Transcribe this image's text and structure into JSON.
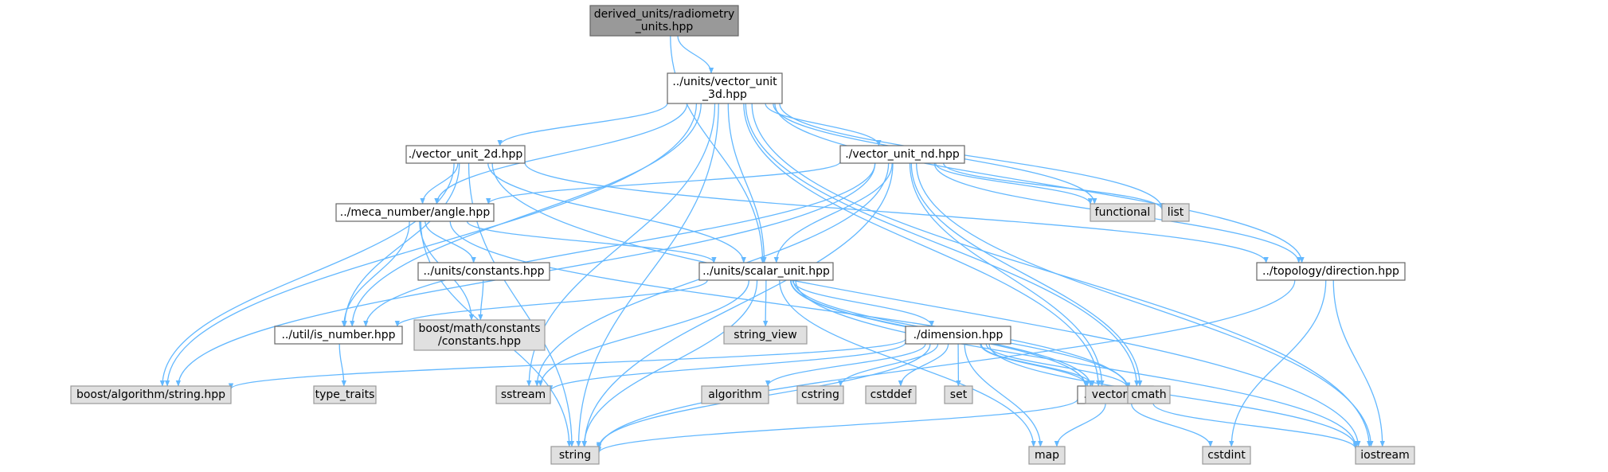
{
  "colors": {
    "root_fill": "#999999",
    "internal_fill": "#ffffff",
    "external_fill": "#e0e0e0",
    "external_stroke": "#999999",
    "border": "#666666",
    "edge": "#63b8ff"
  },
  "nodes": [
    {
      "id": "root",
      "kind": "root",
      "lines": [
        "derived_units/radiometry",
        "_units.hpp"
      ]
    },
    {
      "id": "vec3d",
      "kind": "internal",
      "lines": [
        "../units/vector_unit",
        "_3d.hpp"
      ]
    },
    {
      "id": "vec2d",
      "kind": "internal",
      "lines": [
        "./vector_unit_2d.hpp"
      ]
    },
    {
      "id": "vecnd",
      "kind": "internal",
      "lines": [
        "./vector_unit_nd.hpp"
      ]
    },
    {
      "id": "angle",
      "kind": "internal",
      "lines": [
        "../meca_number/angle.hpp"
      ]
    },
    {
      "id": "consts",
      "kind": "internal",
      "lines": [
        "../units/constants.hpp"
      ]
    },
    {
      "id": "scalar",
      "kind": "internal",
      "lines": [
        "../units/scalar_unit.hpp"
      ]
    },
    {
      "id": "topo",
      "kind": "internal",
      "lines": [
        "../topology/direction.hpp"
      ]
    },
    {
      "id": "isnum",
      "kind": "internal",
      "lines": [
        "../util/is_number.hpp"
      ]
    },
    {
      "id": "dim",
      "kind": "internal",
      "lines": [
        "./dimension.hpp"
      ]
    },
    {
      "id": "prefix",
      "kind": "internal",
      "lines": [
        "./prefix.hpp"
      ]
    },
    {
      "id": "functional",
      "kind": "external",
      "lines": [
        "functional"
      ]
    },
    {
      "id": "list",
      "kind": "external",
      "lines": [
        "list"
      ]
    },
    {
      "id": "boostmath",
      "kind": "external",
      "lines": [
        "boost/math/constants",
        "/constants.hpp"
      ]
    },
    {
      "id": "stringview",
      "kind": "external",
      "lines": [
        "string_view"
      ]
    },
    {
      "id": "boostalgo",
      "kind": "external",
      "lines": [
        "boost/algorithm/string.hpp"
      ]
    },
    {
      "id": "typetraits",
      "kind": "external",
      "lines": [
        "type_traits"
      ]
    },
    {
      "id": "sstream",
      "kind": "external",
      "lines": [
        "sstream"
      ]
    },
    {
      "id": "algorithm",
      "kind": "external",
      "lines": [
        "algorithm"
      ]
    },
    {
      "id": "cstring",
      "kind": "external",
      "lines": [
        "cstring"
      ]
    },
    {
      "id": "cstddef",
      "kind": "external",
      "lines": [
        "cstddef"
      ]
    },
    {
      "id": "set",
      "kind": "external",
      "lines": [
        "set"
      ]
    },
    {
      "id": "vector",
      "kind": "external",
      "lines": [
        "vector"
      ]
    },
    {
      "id": "cmath",
      "kind": "external",
      "lines": [
        "cmath"
      ]
    },
    {
      "id": "string",
      "kind": "external",
      "lines": [
        "string"
      ]
    },
    {
      "id": "map",
      "kind": "external",
      "lines": [
        "map"
      ]
    },
    {
      "id": "cstdint",
      "kind": "external",
      "lines": [
        "cstdint"
      ]
    },
    {
      "id": "iostream",
      "kind": "external",
      "lines": [
        "iostream"
      ]
    }
  ],
  "edges": [
    [
      "root",
      "vec3d"
    ],
    [
      "root",
      "scalar"
    ],
    [
      "vec3d",
      "vec2d"
    ],
    [
      "vec3d",
      "vecnd"
    ],
    [
      "vec3d",
      "angle"
    ],
    [
      "vec3d",
      "scalar"
    ],
    [
      "vec3d",
      "isnum"
    ],
    [
      "vec3d",
      "topo"
    ],
    [
      "vec3d",
      "functional"
    ],
    [
      "vec3d",
      "list"
    ],
    [
      "vec3d",
      "boostalgo"
    ],
    [
      "vec3d",
      "sstream"
    ],
    [
      "vec3d",
      "string"
    ],
    [
      "vec3d",
      "vector"
    ],
    [
      "vec3d",
      "cmath"
    ],
    [
      "vec3d",
      "iostream"
    ],
    [
      "vec2d",
      "angle"
    ],
    [
      "vec2d",
      "scalar"
    ],
    [
      "vec2d",
      "isnum"
    ],
    [
      "vec2d",
      "topo"
    ],
    [
      "vec2d",
      "boostalgo"
    ],
    [
      "vec2d",
      "string"
    ],
    [
      "vec2d",
      "iostream"
    ],
    [
      "vecnd",
      "angle"
    ],
    [
      "vecnd",
      "scalar"
    ],
    [
      "vecnd",
      "isnum"
    ],
    [
      "vecnd",
      "topo"
    ],
    [
      "vecnd",
      "functional"
    ],
    [
      "vecnd",
      "list"
    ],
    [
      "vecnd",
      "boostalgo"
    ],
    [
      "vecnd",
      "sstream"
    ],
    [
      "vecnd",
      "string"
    ],
    [
      "vecnd",
      "vector"
    ],
    [
      "vecnd",
      "cmath"
    ],
    [
      "vecnd",
      "iostream"
    ],
    [
      "angle",
      "consts"
    ],
    [
      "angle",
      "scalar"
    ],
    [
      "angle",
      "isnum"
    ],
    [
      "angle",
      "boostmath"
    ],
    [
      "angle",
      "string"
    ],
    [
      "angle",
      "cmath"
    ],
    [
      "consts",
      "boostmath"
    ],
    [
      "scalar",
      "isnum"
    ],
    [
      "scalar",
      "stringview"
    ],
    [
      "scalar",
      "dim"
    ],
    [
      "scalar",
      "prefix"
    ],
    [
      "scalar",
      "sstream"
    ],
    [
      "scalar",
      "string"
    ],
    [
      "scalar",
      "map"
    ],
    [
      "scalar",
      "vector"
    ],
    [
      "scalar",
      "cmath"
    ],
    [
      "scalar",
      "iostream"
    ],
    [
      "topo",
      "string"
    ],
    [
      "topo",
      "cstdint"
    ],
    [
      "topo",
      "iostream"
    ],
    [
      "isnum",
      "typetraits"
    ],
    [
      "dim",
      "prefix"
    ],
    [
      "dim",
      "boostalgo"
    ],
    [
      "dim",
      "sstream"
    ],
    [
      "dim",
      "algorithm"
    ],
    [
      "dim",
      "cstring"
    ],
    [
      "dim",
      "cstddef"
    ],
    [
      "dim",
      "set"
    ],
    [
      "dim",
      "vector"
    ],
    [
      "dim",
      "cmath"
    ],
    [
      "dim",
      "string"
    ],
    [
      "dim",
      "map"
    ],
    [
      "dim",
      "iostream"
    ],
    [
      "prefix",
      "string"
    ],
    [
      "prefix",
      "map"
    ],
    [
      "prefix",
      "cstdint"
    ],
    [
      "prefix",
      "iostream"
    ]
  ]
}
